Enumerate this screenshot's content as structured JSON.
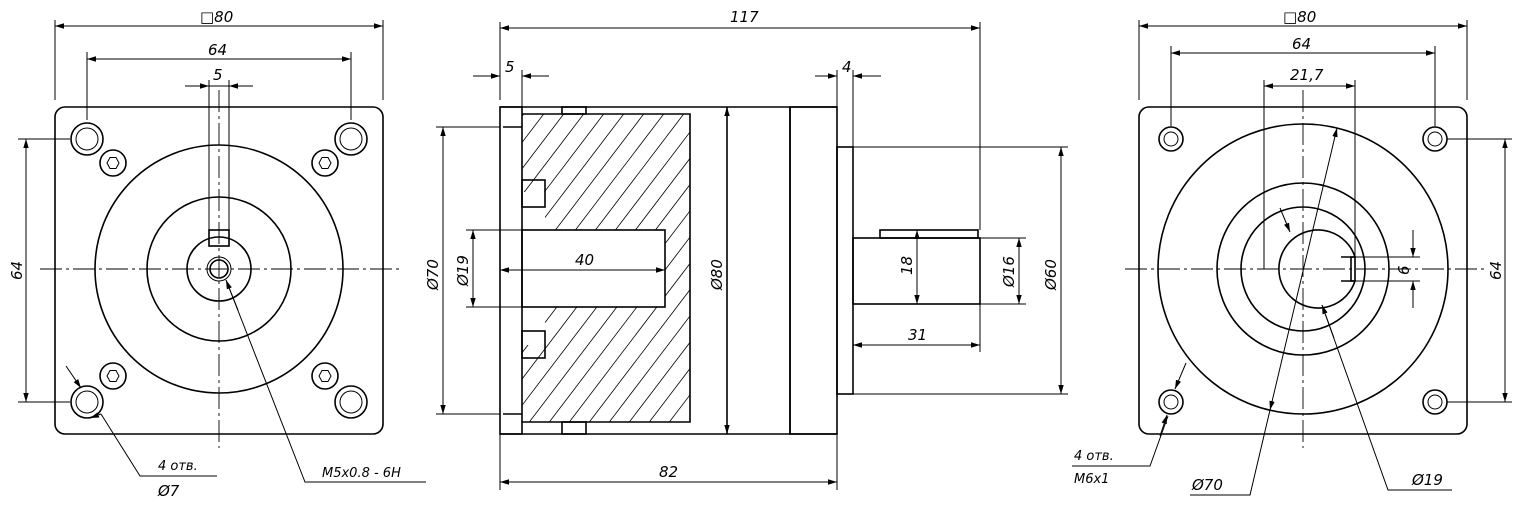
{
  "front_view": {
    "dim_square": "□80",
    "dim_bolt_spacing_h": "64",
    "dim_key_width": "5",
    "dim_bolt_spacing_v": "64",
    "note_holes_count": "4 отв.",
    "note_holes_diameter": "Ø7",
    "note_thread": "M5x0.8 - 6H"
  },
  "section_view": {
    "dim_overall_length": "117",
    "dim_flange_thickness": "5",
    "dim_shoulder": "4",
    "dim_outer_dia": "Ø70",
    "dim_bore_dia": "Ø19",
    "dim_bore_depth": "40",
    "dim_body_dia": "Ø80",
    "dim_key_height": "18",
    "dim_shaft_dia": "Ø16",
    "dim_pilot_dia": "Ø60",
    "dim_shaft_length": "31",
    "dim_body_length": "82"
  },
  "rear_view": {
    "dim_square": "□80",
    "dim_bolt_spacing_h": "64",
    "dim_keyway_depth": "21,7",
    "dim_keyway_width": "6",
    "dim_bolt_spacing_v": "64",
    "note_holes_count": "4 отв.",
    "note_holes_thread": "M6x1",
    "dim_outer_dia": "Ø70",
    "dim_bore_dia": "Ø19"
  }
}
